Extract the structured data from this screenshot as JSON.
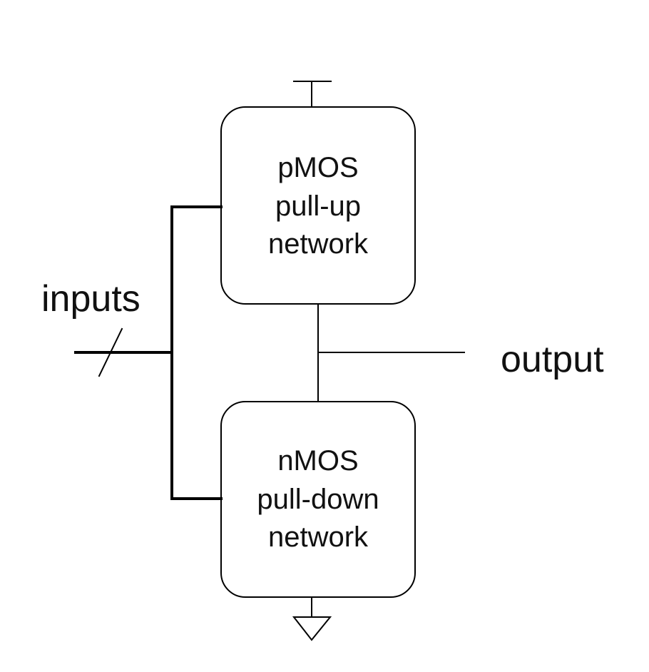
{
  "pullup_block": {
    "line1": "pMOS",
    "line2": "pull-up",
    "line3": "network"
  },
  "pulldown_block": {
    "line1": "nMOS",
    "line2": "pull-down",
    "line3": "network"
  },
  "inputs_label": "inputs",
  "output_label": "output",
  "symbols": {
    "supply": "vdd-supply-icon",
    "ground": "ground-icon",
    "bus": "bus-slash-icon"
  }
}
